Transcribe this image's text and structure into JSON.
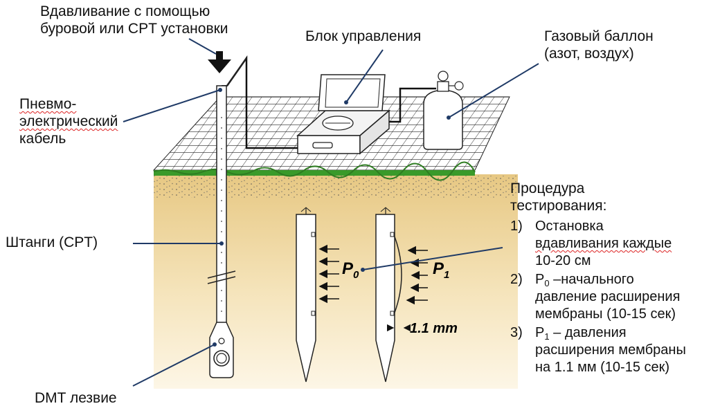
{
  "labels": {
    "push_line1": "Вдавливание с помощью",
    "push_line2": "буровой или CPT установки",
    "control_unit": "Блок управления",
    "gas_line1": "Газовый баллон",
    "gas_line2": "(азот, воздух)",
    "cable_line1": "Пневмо-",
    "cable_line2": "электрический",
    "cable_line3": "кабель",
    "rods": "Штанги (CPT)",
    "blade": "DMT лезвие"
  },
  "probe_labels": {
    "p0_letter": "P",
    "p0_sub": "0",
    "p1_letter": "P",
    "p1_sub": "1",
    "displacement": "1.1 mm"
  },
  "procedure": {
    "title_line1": "Процедура",
    "title_line2": "тестирования:",
    "steps": [
      {
        "num": "1)",
        "line1": "Остановка",
        "line2": "вдавливания каждые",
        "line3": "10-20 см"
      },
      {
        "num": "2)",
        "sym": "P",
        "sub": "0",
        "line1_rest": " –начального",
        "line2": "давление расширения",
        "line3": "мембраны (10-15 сек)"
      },
      {
        "num": "3)",
        "sym": "P",
        "sub": "1",
        "line1_rest": " – давления",
        "line2": "расширения мембраны",
        "line3": "на 1.1 мм (10-15 сек)"
      }
    ]
  },
  "colors": {
    "soil_top": "#e9cf8e",
    "soil_bottom": "#fbf2dc",
    "grass": "#3a9a2a",
    "leader": "#1f3a66",
    "spellcheck": "#d22"
  }
}
